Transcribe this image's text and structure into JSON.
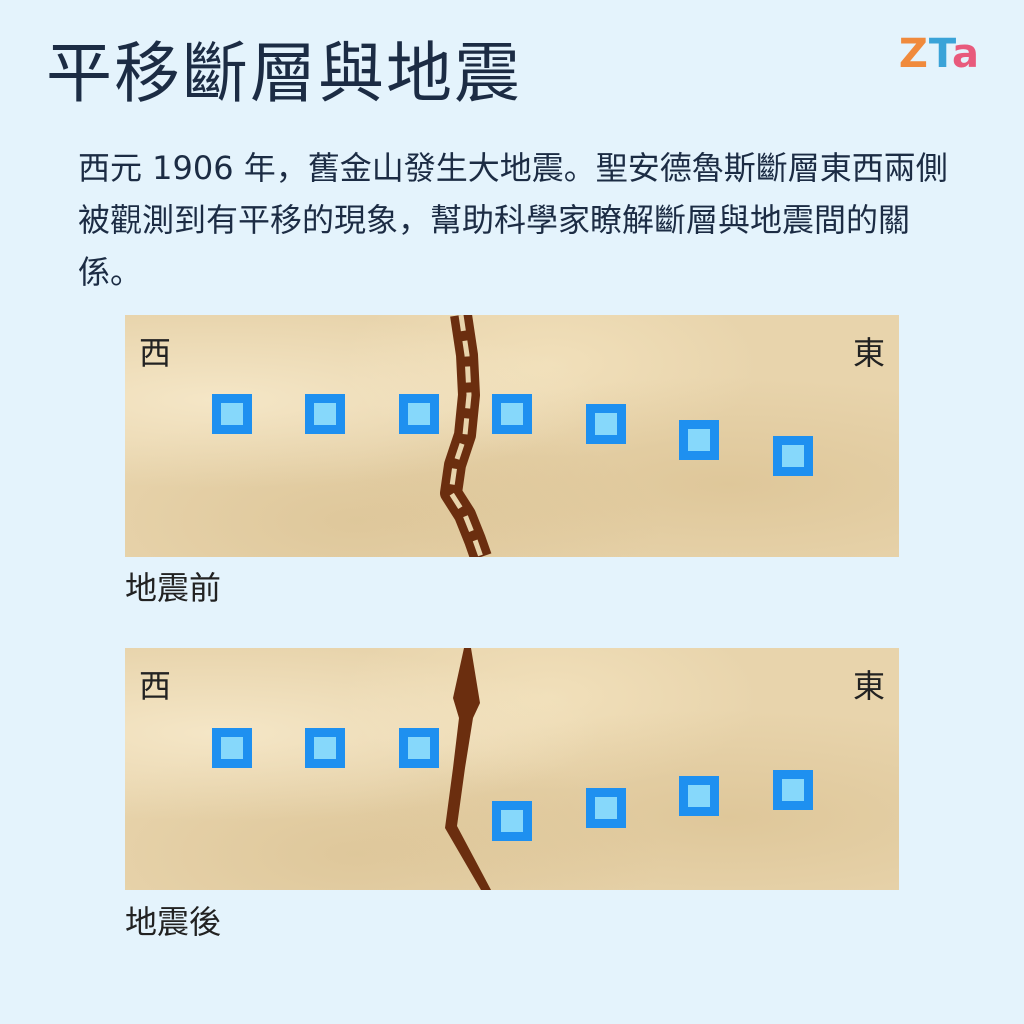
{
  "title": "平移斷層與地震",
  "logo": {
    "z": "Z",
    "t": "T",
    "a": "a"
  },
  "description": "西元 1906 年，舊金山發生大地震。聖安德魯斯斷層東西兩側被觀測到有平移的現象，幫助科學家瞭解斷層與地震間的關係。",
  "panels": [
    {
      "label_west": "西",
      "label_east": "東",
      "caption": "地震前",
      "fault_style": "dashed",
      "marker_count": 7
    },
    {
      "label_west": "西",
      "label_east": "東",
      "caption": "地震後",
      "fault_style": "solid",
      "marker_count": 7
    }
  ],
  "colors": {
    "background": "#e4f3fc",
    "sand": "#e8d4ac",
    "fault": "#6b2e0f",
    "marker_outer": "#1e90f0",
    "marker_inner": "#86d8fb",
    "title_text": "#1c2c44"
  }
}
